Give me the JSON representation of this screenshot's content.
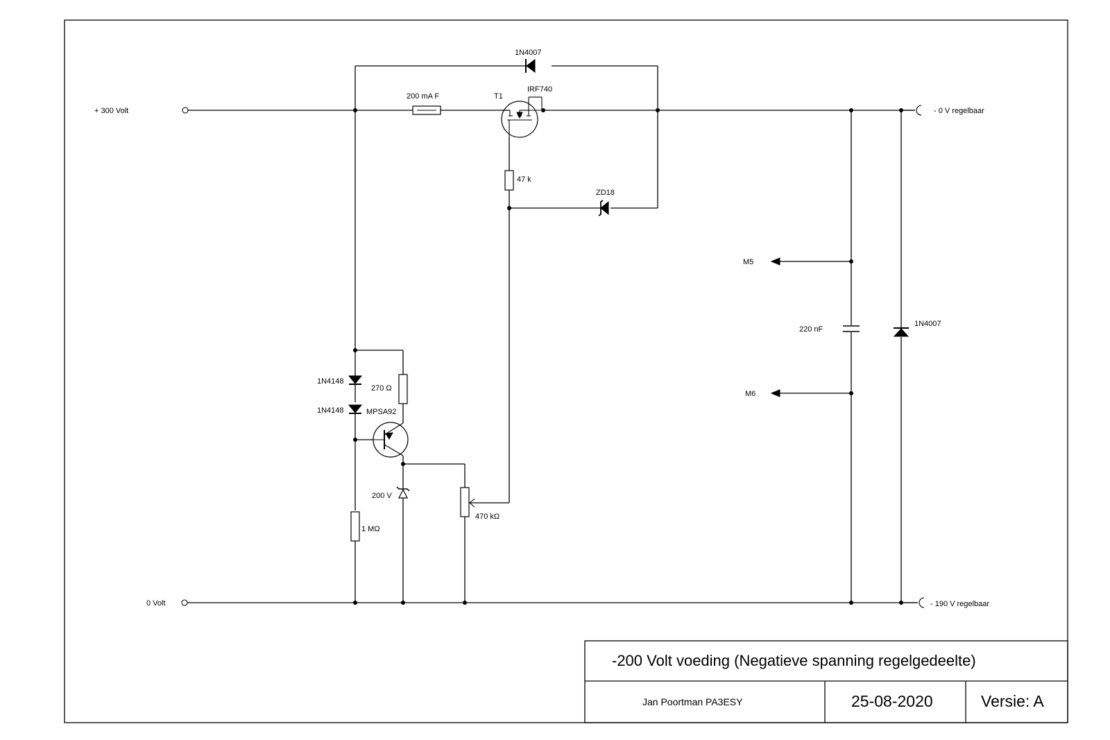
{
  "terminals": {
    "in_plus": "+ 300 Volt",
    "in_zero": "0 Volt",
    "out_top": "- 0 V  regelbaar",
    "out_bottom": "- 190 V  regelbaar"
  },
  "components": {
    "fuse": "200 mA F",
    "mosfet_ref": "T1",
    "mosfet_type": "IRF740",
    "diode_top": "1N4007",
    "resistor_47k": "47 k",
    "zener_18": "ZD18",
    "diode_a": "1N4148",
    "diode_b": "1N4148",
    "resistor_270": "270 Ω",
    "transistor": "MPSA92",
    "zener_200": "200 V",
    "resistor_1m": "1 MΩ",
    "pot": "470 kΩ",
    "capacitor": "220 nF",
    "diode_right": "1N4007"
  },
  "meter_points": {
    "m5": "M5",
    "m6": "M6"
  },
  "title_block": {
    "title": "-200 Volt  voeding  (Negatieve spanning regelgedeelte)",
    "author": "Jan Poortman   PA3ESY",
    "date": "25-08-2020",
    "version": "Versie: A"
  }
}
